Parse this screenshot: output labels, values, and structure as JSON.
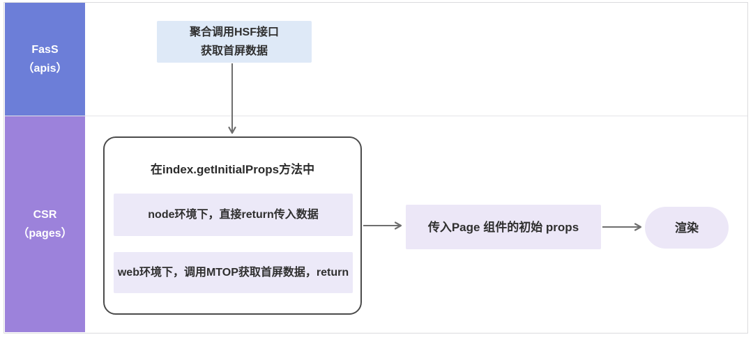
{
  "diagram": {
    "lanes": [
      {
        "title": "FasS",
        "subtitle": "（apis）"
      },
      {
        "title": "CSR",
        "subtitle": "（pages）"
      }
    ],
    "faas_flow": {
      "fetch_line1": "聚合调用HSF接口",
      "fetch_line2": "获取首屏数据"
    },
    "csr_flow": {
      "container_title": "在index.getInitialProps方法中",
      "node_branch": "node环境下，直接return传入数据",
      "web_branch": "web环境下，调用MTOP获取首屏数据，return",
      "props_step": "传入Page 组件的初始 props",
      "render_step": "渲染"
    },
    "colors": {
      "faas_lane_bg": "#6C7ED8",
      "csr_lane_bg": "#9C82DB",
      "fetch_box_bg": "#DEE9F7",
      "branch_box_bg": "#ECE9F8",
      "step_box_bg": "#ECE7F7",
      "container_border": "#4B4B4B",
      "arrow": "#6E6E6E",
      "text": "#2F2F2F"
    }
  }
}
